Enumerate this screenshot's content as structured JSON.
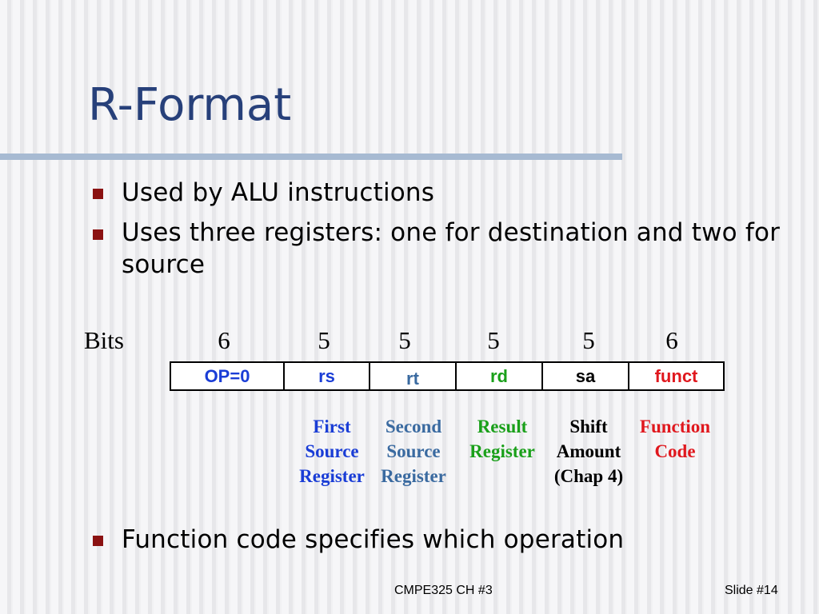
{
  "slide": {
    "title": "R-Format",
    "bullets": [
      {
        "text": "Used by ALU instructions"
      },
      {
        "text": "Uses three registers: one for destination and two for source"
      },
      {
        "text": "Function code specifies which operation"
      }
    ],
    "bits_label": "Bits",
    "fields": [
      {
        "bits": "6",
        "label": "OP=0",
        "color": "#1a3dd6",
        "desc": ""
      },
      {
        "bits": "5",
        "label": "rs",
        "color": "#1a3dd6",
        "desc": "First Source Register",
        "desc_color": "#1a3dd6"
      },
      {
        "bits": "5",
        "label": "rt",
        "color": "#3a6aa0",
        "desc": "Second Source Register",
        "desc_color": "#3a6aa0"
      },
      {
        "bits": "5",
        "label": "rd",
        "color": "#1aa01a",
        "desc": "Result Register",
        "desc_color": "#1aa01a"
      },
      {
        "bits": "5",
        "label": "sa",
        "color": "#000000",
        "desc": "Shift Amount (Chap 4)",
        "desc_color": "#000000"
      },
      {
        "bits": "6",
        "label": "funct",
        "color": "#e0181e",
        "desc": "Function Code",
        "desc_color": "#e0181e"
      }
    ],
    "footer": {
      "course": "CMPE325 CH #3",
      "slide_number": "Slide #14"
    }
  }
}
